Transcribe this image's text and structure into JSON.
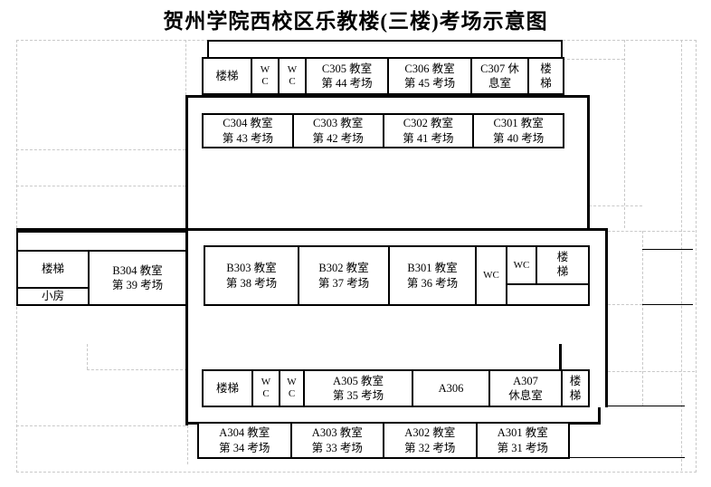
{
  "title": "贺州学院西校区乐教楼(三楼)考场示意图",
  "colors": {
    "wall": "#000000",
    "grid_dash": "#c9c9c9",
    "background": "#ffffff",
    "text": "#000000"
  },
  "rows": {
    "c_upper": {
      "cells": [
        {
          "l1": "楼梯"
        },
        {
          "l1": "W",
          "l2": "C"
        },
        {
          "l1": "W",
          "l2": "C"
        },
        {
          "l1": "C305 教室",
          "l2": "第 44 考场"
        },
        {
          "l1": "C306 教室",
          "l2": "第 45 考场"
        },
        {
          "l1": "C307 休",
          "l2": "息室"
        },
        {
          "l1": "楼",
          "l2": "梯"
        }
      ]
    },
    "c_lower": {
      "cells": [
        {
          "l1": "C304 教室",
          "l2": "第 43 考场"
        },
        {
          "l1": "C303 教室",
          "l2": "第 42 考场"
        },
        {
          "l1": "C302 教室",
          "l2": "第 41 考场"
        },
        {
          "l1": "C301 教室",
          "l2": "第 40 考场"
        }
      ]
    },
    "b_left": {
      "stairs": "楼梯",
      "small_room": "小房",
      "room": {
        "l1": "B304 教室",
        "l2": "第 39 考场"
      }
    },
    "b_right": {
      "cells": [
        {
          "l1": "B303 教室",
          "l2": "第 38 考场"
        },
        {
          "l1": "B302 教室",
          "l2": "第 37 考场"
        },
        {
          "l1": "B301 教室",
          "l2": "第 36 考场"
        },
        {
          "l1": "WC"
        }
      ],
      "wc2": "WC",
      "stairs": {
        "l1": "楼",
        "l2": "梯"
      }
    },
    "a_upper": {
      "cells": [
        {
          "l1": "楼梯"
        },
        {
          "l1": "W",
          "l2": "C"
        },
        {
          "l1": "W",
          "l2": "C"
        },
        {
          "l1": "A305 教室",
          "l2": "第 35 考场"
        },
        {
          "l1": "A306"
        },
        {
          "l1": "A307",
          "l2": "休息室"
        },
        {
          "l1": "楼",
          "l2": "梯"
        }
      ]
    },
    "a_lower": {
      "cells": [
        {
          "l1": "A304 教室",
          "l2": "第 34 考场"
        },
        {
          "l1": "A303 教室",
          "l2": "第 33 考场"
        },
        {
          "l1": "A302 教室",
          "l2": "第 32 考场"
        },
        {
          "l1": "A301 教室",
          "l2": "第 31 考场"
        }
      ]
    }
  }
}
